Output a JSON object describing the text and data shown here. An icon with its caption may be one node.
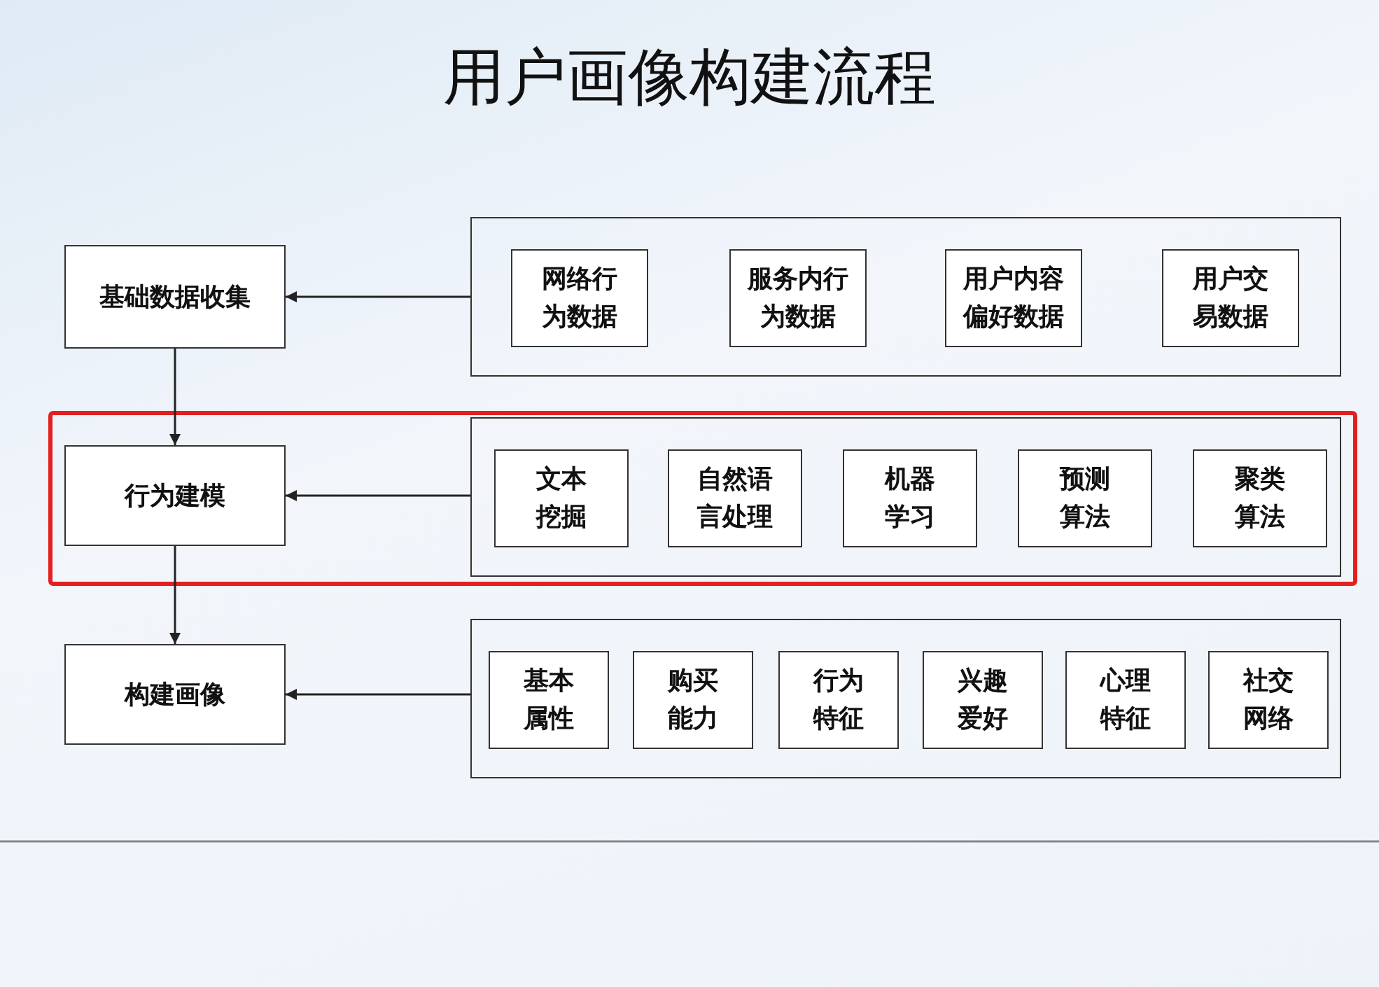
{
  "diagram": {
    "title": "用户画像构建流程",
    "nodes": [
      {
        "text": [
          "基础数据收集"
        ]
      },
      {
        "text": [
          "行为建模"
        ]
      },
      {
        "text": [
          "构建画像"
        ]
      },
      {
        "text": [],
        "shape": "box"
      },
      {
        "text": [
          "网络行为数据"
        ],
        "in": 3
      },
      {
        "text": [
          "服务内行为数据"
        ],
        "in": 3
      },
      {
        "text": [
          "用户内容偏好数据"
        ],
        "in": 3
      },
      {
        "text": [
          "用户交易数据"
        ],
        "in": 3
      },
      {
        "text": [],
        "shape": "box"
      },
      {
        "text": [
          "文本挖掘"
        ],
        "in": 8
      },
      {
        "text": [
          "自然语言处理"
        ],
        "in": 8
      },
      {
        "text": [
          "机器学习"
        ],
        "in": 8
      },
      {
        "text": [
          "预测算法"
        ],
        "in": 8
      },
      {
        "text": [
          "聚类算法"
        ],
        "in": 8
      },
      {
        "text": [],
        "shape": "box"
      },
      {
        "text": [
          "基本属性"
        ],
        "in": 14
      },
      {
        "text": [
          "购买能力"
        ],
        "in": 14
      },
      {
        "text": [
          "行为特征"
        ],
        "in": 14
      },
      {
        "text": [
          "兴趣爱好"
        ],
        "in": 14
      },
      {
        "text": [
          "心理特征"
        ],
        "in": 14
      },
      {
        "text": [
          "社交网络"
        ],
        "in": 14
      }
    ],
    "edges": [
      {
        "from": 3,
        "to": 0,
        "arrow": "to"
      },
      {
        "from": 8,
        "to": 1,
        "arrow": "to"
      },
      {
        "from": 14,
        "to": 2,
        "arrow": "to"
      },
      {
        "from": 0,
        "to": 1,
        "arrow": "to"
      },
      {
        "from": 1,
        "to": 2,
        "arrow": "to"
      }
    ]
  }
}
